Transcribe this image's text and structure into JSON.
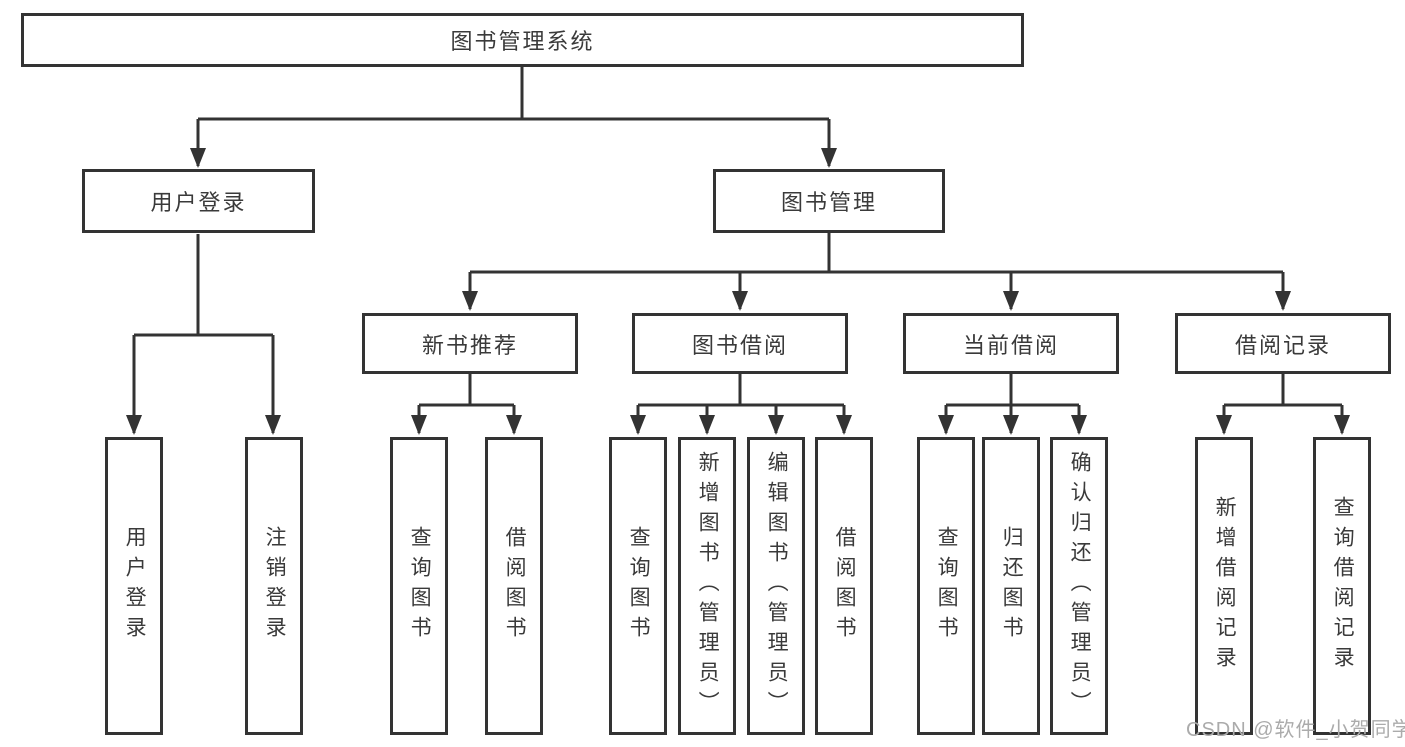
{
  "tree": {
    "label": "图书管理系统",
    "children": [
      {
        "label": "用户登录",
        "children": [
          {
            "label": "用户登录"
          },
          {
            "label": "注销登录"
          }
        ]
      },
      {
        "label": "图书管理",
        "children": [
          {
            "label": "新书推荐",
            "children": [
              {
                "label": "查询图书"
              },
              {
                "label": "借阅图书"
              }
            ]
          },
          {
            "label": "图书借阅",
            "children": [
              {
                "label": "查询图书"
              },
              {
                "label": "新增图书（管理员）"
              },
              {
                "label": "编辑图书（管理员）"
              },
              {
                "label": "借阅图书"
              }
            ]
          },
          {
            "label": "当前借阅",
            "children": [
              {
                "label": "查询图书"
              },
              {
                "label": "归还图书"
              },
              {
                "label": "确认归还（管理员）"
              }
            ]
          },
          {
            "label": "借阅记录",
            "children": [
              {
                "label": "新增借阅记录"
              },
              {
                "label": "查询借阅记录"
              }
            ]
          }
        ]
      }
    ]
  },
  "watermark": "CSDN @软件_小贺同学",
  "colors": {
    "line": "#333333",
    "box_border": "#333333",
    "box_fill": "#ffffff",
    "text": "#3a3a3a",
    "watermark": "#ababab",
    "background": "#ffffff"
  }
}
